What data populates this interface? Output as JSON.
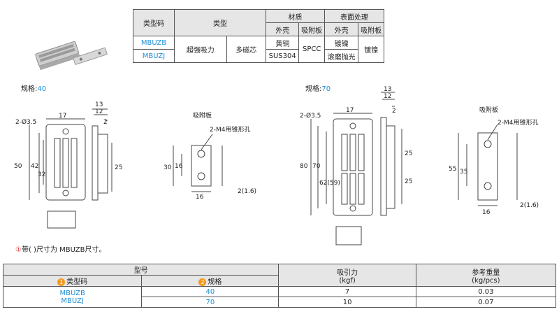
{
  "spec_table": {
    "headers": {
      "type_code": "类型码",
      "type": "类型",
      "material": "材质",
      "surface": "表面处理",
      "outer_shell": "外壳",
      "adsorption_plate": "吸附板"
    },
    "codes": [
      "MBUZB",
      "MBUZJ"
    ],
    "type_values": [
      "超强吸力",
      "多磁芯"
    ],
    "material_shell": [
      "黄铜",
      "SUS304"
    ],
    "material_plate": "SPCC",
    "surface_shell": [
      "镀镍",
      "滚磨抛光"
    ],
    "surface_plate": "镀镍"
  },
  "drawing40": {
    "spec_label": "规格:",
    "spec_value": "40",
    "dims": [
      "2-Ø3.5",
      "17",
      "13",
      "12",
      "2",
      "50",
      "42",
      "32",
      "25"
    ],
    "plate_title": "吸附板",
    "plate_hole": "2-M4用锥形孔",
    "plate_dims": [
      "30",
      "16",
      "16",
      "2(1.6)"
    ]
  },
  "drawing70": {
    "spec_label": "规格:",
    "spec_value": "70",
    "dims": [
      "2-Ø3.5",
      "17",
      "13",
      "12",
      "2",
      "80",
      "70",
      "62(59)",
      "25",
      "25"
    ],
    "plate_title": "吸附板",
    "plate_hole": "2-M4用锥形孔",
    "plate_dims": [
      "55",
      "35",
      "16",
      "2(1.6)"
    ]
  },
  "note": {
    "icon": "①",
    "text": "带( )尺寸为 MBUZB尺寸。"
  },
  "order_table": {
    "model_header": "型号",
    "type_code_badge": "1",
    "type_code_header": "类型码",
    "spec_badge": "2",
    "spec_header": "规格",
    "force_header": "吸引力",
    "force_unit": "(kgf)",
    "weight_header": "参考重量",
    "weight_unit": "(kg/pcs)",
    "codes": [
      "MBUZB",
      "MBUZJ"
    ],
    "rows": [
      {
        "spec": "40",
        "force": "7",
        "weight": "0.03"
      },
      {
        "spec": "70",
        "force": "10",
        "weight": "0.07"
      }
    ]
  }
}
